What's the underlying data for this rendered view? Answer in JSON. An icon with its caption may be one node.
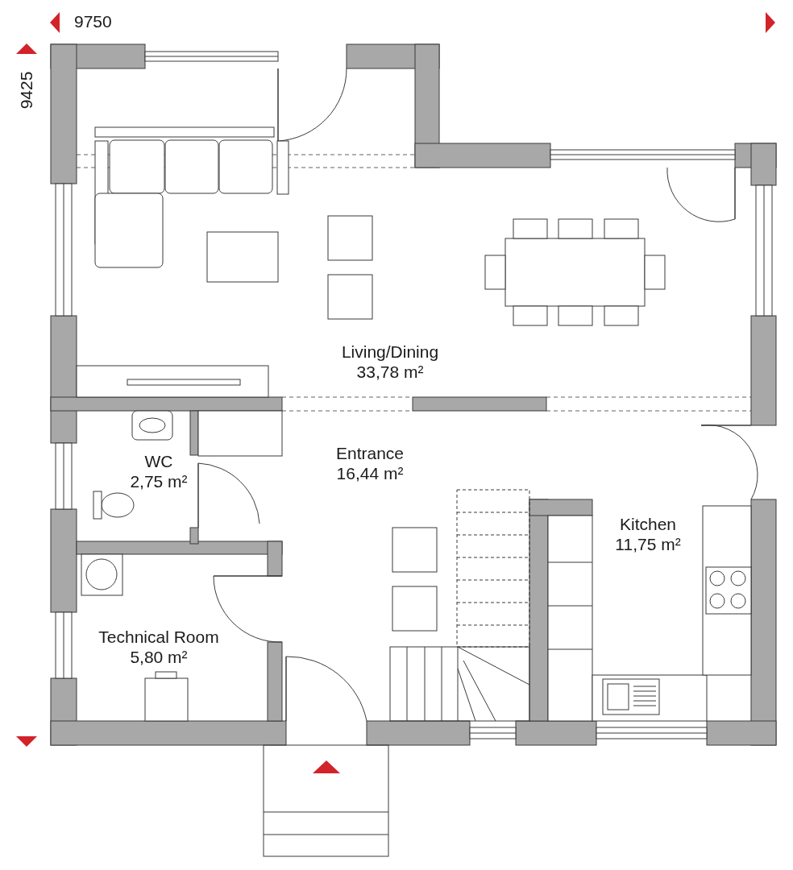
{
  "diagram": {
    "nodes": [
      {
        "text": [
          "Living/Dining",
          "33,78 m²"
        ]
      },
      {
        "text": [
          "WC",
          "2,75 m²"
        ]
      },
      {
        "text": [
          "Entrance",
          "16,44 m²"
        ]
      },
      {
        "text": [
          "Kitchen",
          "11,75 m²"
        ]
      },
      {
        "text": [
          "Technical Room",
          "5,80 m²"
        ]
      }
    ],
    "labels": [
      "9750",
      "9425"
    ]
  }
}
